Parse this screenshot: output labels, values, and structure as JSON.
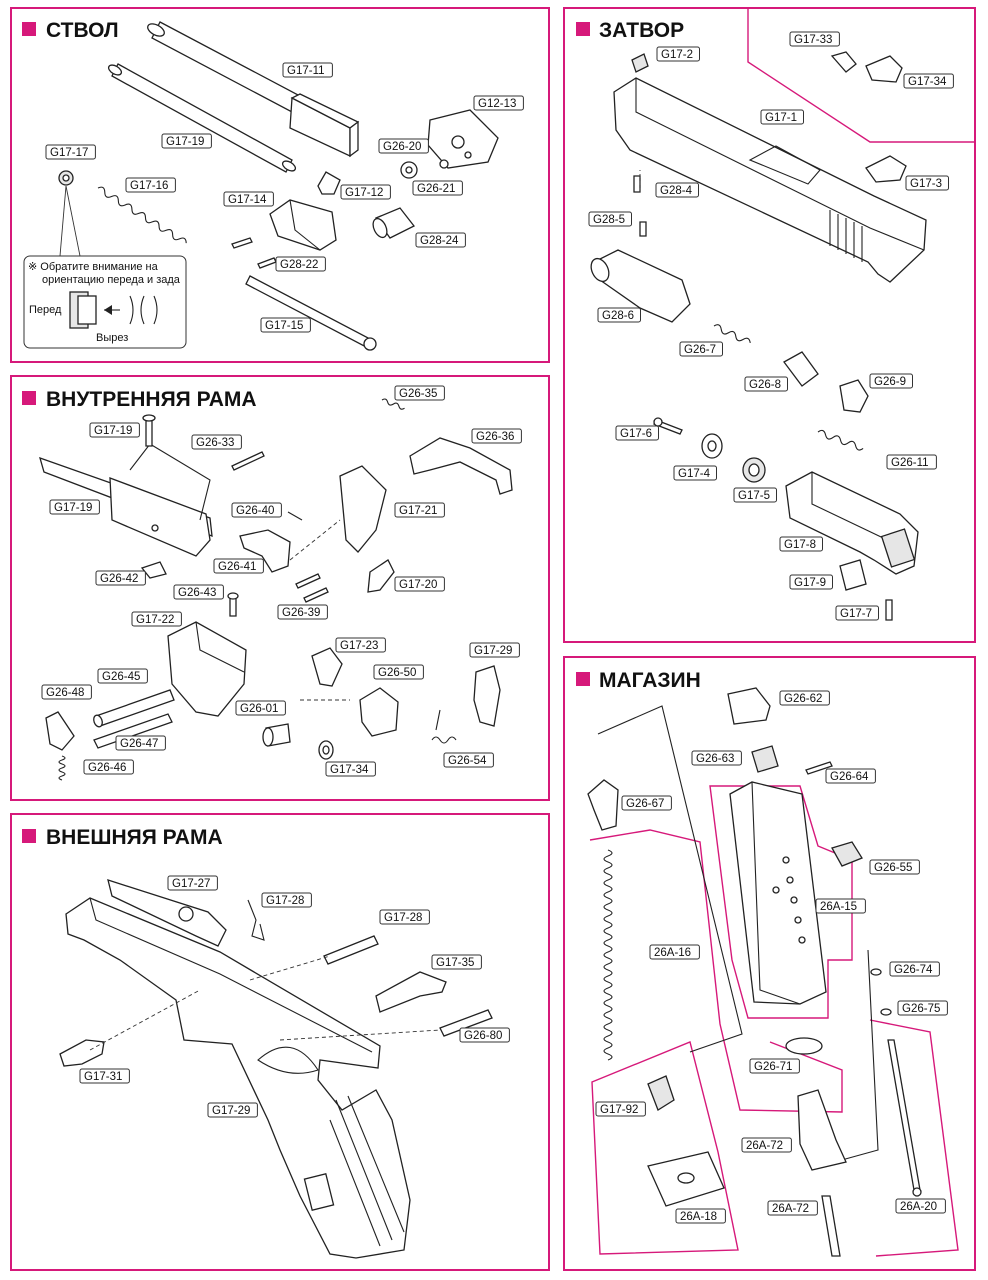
{
  "colors": {
    "accent": "#d6197a",
    "ink": "#222222",
    "background": "#ffffff"
  },
  "sections": {
    "barrel": {
      "title": "СТВОЛ"
    },
    "slide": {
      "title": "ЗАТВОР"
    },
    "inner_frame": {
      "title": "ВНУТРЕННЯЯ РАМА"
    },
    "outer_frame": {
      "title": "ВНЕШНЯЯ РАМА"
    },
    "magazine": {
      "title": "МАГАЗИН"
    }
  },
  "note": {
    "line1": "※ Обратите внимание на",
    "line2": "ориентацию переда и зада",
    "front": "Перед",
    "cutout": "Вырез"
  },
  "labels": {
    "barrel": [
      "G17-11",
      "G12-13",
      "G17-19",
      "G17-17",
      "G26-20",
      "G17-16",
      "G17-12",
      "G26-21",
      "G17-14",
      "G28-24",
      "G28-22",
      "G17-15"
    ],
    "slide": [
      "G17-33",
      "G17-2",
      "G17-34",
      "G17-1",
      "G17-3",
      "G28-4",
      "G28-5",
      "G28-6",
      "G26-7",
      "G26-8",
      "G26-9",
      "G17-6",
      "G26-11",
      "G17-4",
      "G17-5",
      "G17-8",
      "G17-9",
      "G17-7"
    ],
    "inner_frame": [
      "G26-35",
      "G26-36",
      "G17-19",
      "G26-33",
      "G17-19",
      "G26-40",
      "G17-21",
      "G26-41",
      "G26-42",
      "G17-20",
      "G26-43",
      "G26-39",
      "G17-22",
      "G17-23",
      "G17-29",
      "G26-45",
      "G26-50",
      "G26-48",
      "G26-01",
      "G26-47",
      "G17-34",
      "G26-54",
      "G26-46"
    ],
    "outer_frame": [
      "G17-27",
      "G17-28",
      "G17-28",
      "G17-35",
      "G26-80",
      "G17-31",
      "G17-29"
    ],
    "magazine": [
      "G26-62",
      "G26-63",
      "G26-64",
      "G26-67",
      "G26-55",
      "26A-15",
      "26A-16",
      "G26-74",
      "G26-75",
      "G26-71",
      "G17-92",
      "26A-72",
      "26A-18",
      "26A-72",
      "26A-20"
    ]
  }
}
